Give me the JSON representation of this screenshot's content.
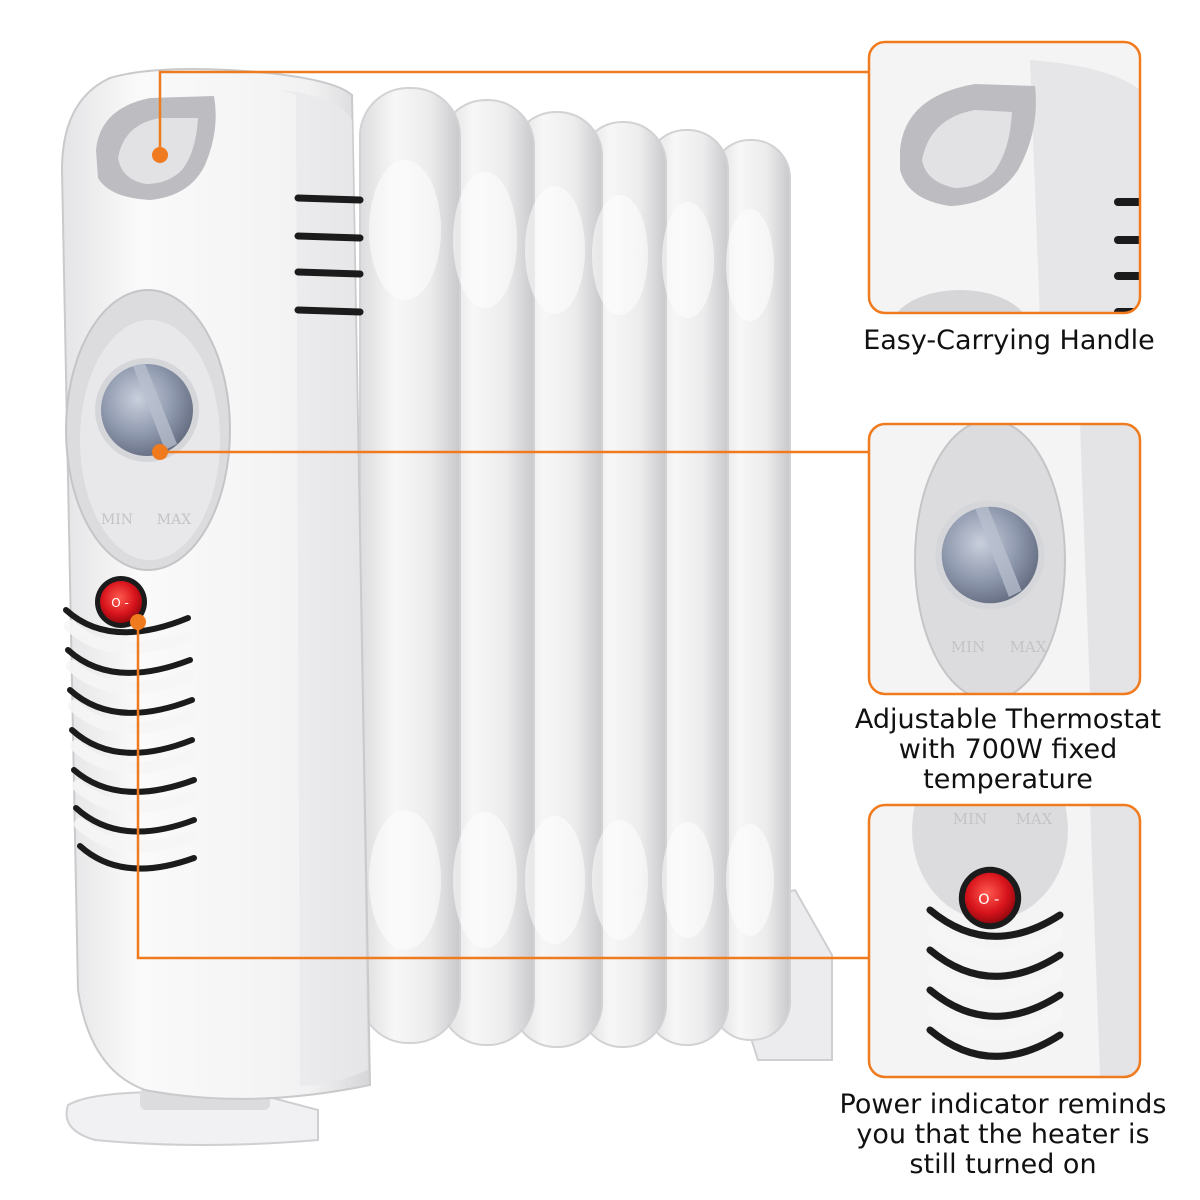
{
  "colors": {
    "accent": "#f07a1e",
    "body_white": "#f3f3f3",
    "body_shadow": "#cfcfd1",
    "switch_red": "#d8141c",
    "knob_blue": "#8e98ad"
  },
  "icons": [
    "handle-icon",
    "thermostat-knob-icon",
    "power-switch-icon"
  ],
  "dial": {
    "min_label": "MIN",
    "max_label": "MAX"
  },
  "switch": {
    "symbol": "O -"
  },
  "callouts": {
    "handle": {
      "lines": [
        "Easy-Carrying Handle"
      ]
    },
    "thermostat": {
      "lines": [
        "Adjustable Thermostat",
        "with 700W fixed",
        "temperature"
      ]
    },
    "power": {
      "lines": [
        "Power indicator reminds",
        "you that the heater is",
        "still turned on"
      ]
    }
  }
}
